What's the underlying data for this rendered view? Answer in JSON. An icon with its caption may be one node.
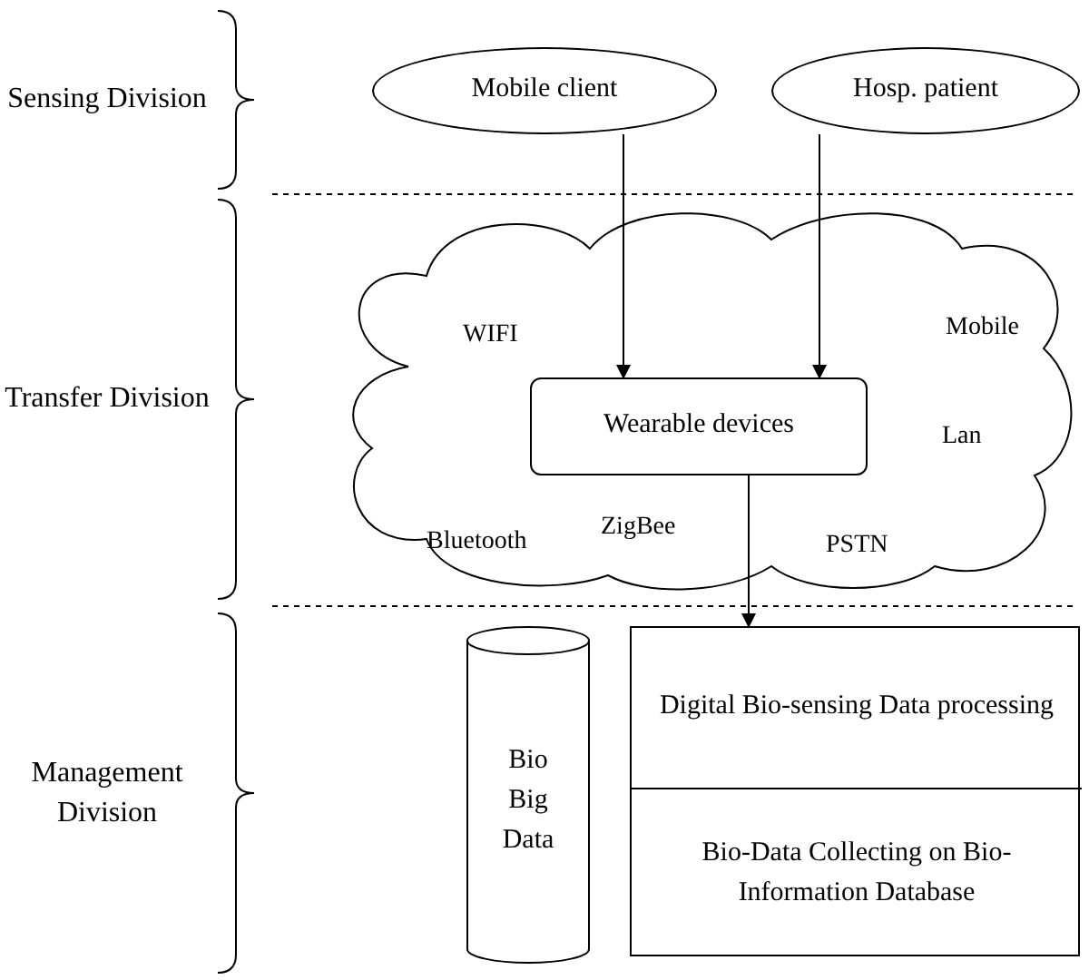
{
  "diagram": {
    "nodes": [
      {
        "text": [
          "Mobile client"
        ]
      },
      {
        "text": [
          "Hosp. patient"
        ]
      },
      {
        "text": [
          "WIFI",
          "Mobile",
          "Lan",
          "Bluetooth",
          "ZigBee",
          "PSTN"
        ]
      },
      {
        "text": [
          "Wearable devices"
        ],
        "in": 2
      },
      {
        "text": [
          "Bio Big Data"
        ]
      },
      {
        "text": [],
        "shape": "box"
      },
      {
        "text": [
          "Digital Bio-sensing Data processing"
        ],
        "in": 5
      },
      {
        "text": [
          "Bio-Data Collecting on Bio-Information Database"
        ],
        "in": 5
      }
    ],
    "edges": [
      {
        "from": 0,
        "to": 3,
        "arrow": "to"
      },
      {
        "from": 1,
        "to": 3,
        "arrow": "to"
      },
      {
        "from": 3,
        "to": 6,
        "arrow": "to"
      }
    ],
    "labels": [
      "Sensing Division",
      "Transfer Division",
      "Management Division"
    ]
  }
}
